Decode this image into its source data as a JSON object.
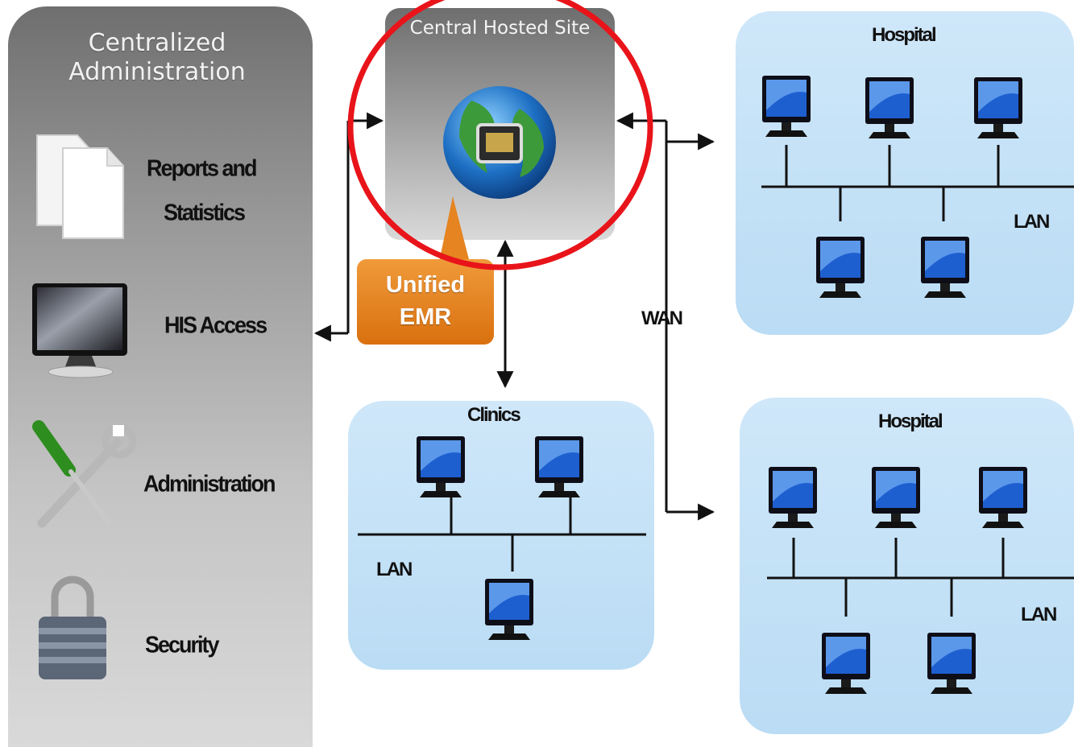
{
  "admin": {
    "title": "Centralized\nAdministration",
    "items": [
      {
        "label_line1": "Reports and",
        "label_line2": "Statistics",
        "icon": "documents-icon"
      },
      {
        "label": "HIS Access",
        "icon": "monitor-icon"
      },
      {
        "label": "Administration",
        "icon": "tools-icon"
      },
      {
        "label": "Security",
        "icon": "padlock-icon"
      }
    ]
  },
  "central": {
    "title": "Central Hosted Site",
    "icon": "globe-network-icon",
    "callout": "Unified\nEMR",
    "highlight_color": "#e8141a"
  },
  "networks": {
    "hospital_top": {
      "title": "Hospital",
      "lan": "LAN"
    },
    "hospital_bottom": {
      "title": "Hospital",
      "lan": "LAN"
    },
    "clinics": {
      "title": "Clinics",
      "lan": "LAN"
    }
  },
  "wan": {
    "label": "WAN"
  },
  "colors": {
    "accent_orange": "#e07a17",
    "network_blue": "#c6e2f7",
    "panel_gray": "#a0a0a0"
  }
}
